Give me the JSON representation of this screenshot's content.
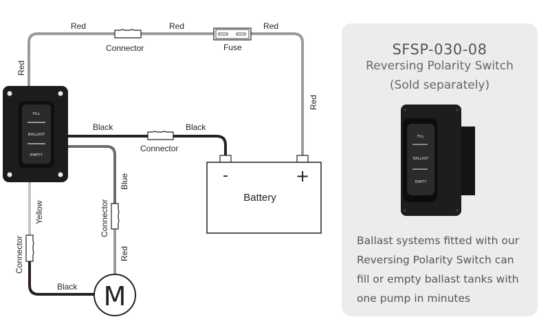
{
  "diagram": {
    "wire_labels": {
      "top_left": "Red",
      "top_middle": "Red",
      "top_right": "Red",
      "left_vertical": "Red",
      "right_vertical": "Red",
      "black_left": "Black",
      "black_right": "Black",
      "blue": "Blue",
      "pump_red": "Red",
      "yellow": "Yellow",
      "bottom_black": "Black"
    },
    "components": {
      "connector_top": "Connector",
      "fuse": "Fuse",
      "connector_black": "Connector",
      "connector_blue": "Connector",
      "connector_yellow": "Connector",
      "battery": "Battery",
      "battery_negative": "-",
      "battery_positive": "+",
      "motor": "M"
    },
    "switch_labels": [
      "FILL",
      "BALLAST",
      "EMPTY"
    ]
  },
  "panel": {
    "model": "SFSP-030-08",
    "name": "Reversing Polarity Switch",
    "note": "(Sold separately)",
    "product_switch_labels": [
      "FILL",
      "BALLAST",
      "EMPTY"
    ],
    "description_lines": [
      "Ballast systems fitted with our",
      "Reversing Polarity Switch can",
      "fill or empty ballast tanks with",
      "one pump in minutes"
    ]
  },
  "colors": {
    "red_wire": "#9a9a9a",
    "black_wire": "#2b1f1f",
    "blue_wire": "#6b6b6b",
    "yellow_wire": "#c4c4c4",
    "panel_bg": "#ececed"
  }
}
